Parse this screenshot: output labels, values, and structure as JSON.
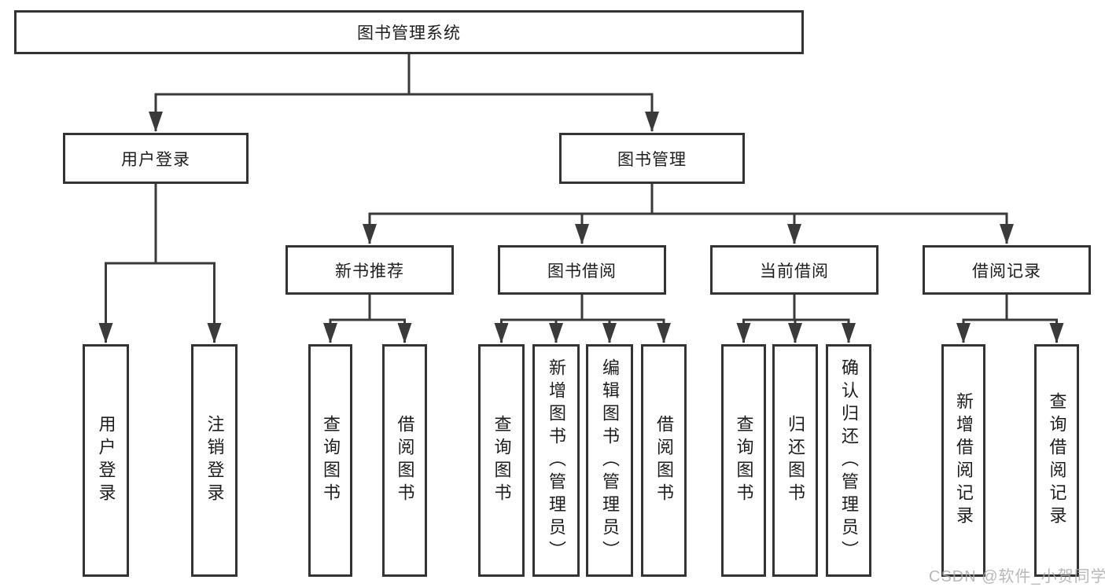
{
  "diagram": {
    "root": {
      "label": "图书管理系统"
    },
    "branches": [
      {
        "label": "用户登录",
        "children": [
          {
            "label": "用户登录"
          },
          {
            "label": "注销登录"
          }
        ]
      },
      {
        "label": "图书管理",
        "children": [
          {
            "label": "新书推荐",
            "children": [
              {
                "label": "查询图书"
              },
              {
                "label": "借阅图书"
              }
            ]
          },
          {
            "label": "图书借阅",
            "children": [
              {
                "label": "查询图书"
              },
              {
                "label": "新增图书（管理员）"
              },
              {
                "label": "编辑图书（管理员）"
              },
              {
                "label": "借阅图书"
              }
            ]
          },
          {
            "label": "当前借阅",
            "children": [
              {
                "label": "查询图书"
              },
              {
                "label": "归还图书"
              },
              {
                "label": "确认归还（管理员）"
              }
            ]
          },
          {
            "label": "借阅记录",
            "children": [
              {
                "label": "新增借阅记录"
              },
              {
                "label": "查询借阅记录"
              }
            ]
          }
        ]
      }
    ]
  },
  "watermark": {
    "text": "CSDN @软件_小贺同学"
  },
  "colors": {
    "line": "#3a3a3a",
    "box_border": "#333333",
    "text": "#1d1d1d",
    "background": "#ffffff",
    "watermark": "#ababab"
  }
}
